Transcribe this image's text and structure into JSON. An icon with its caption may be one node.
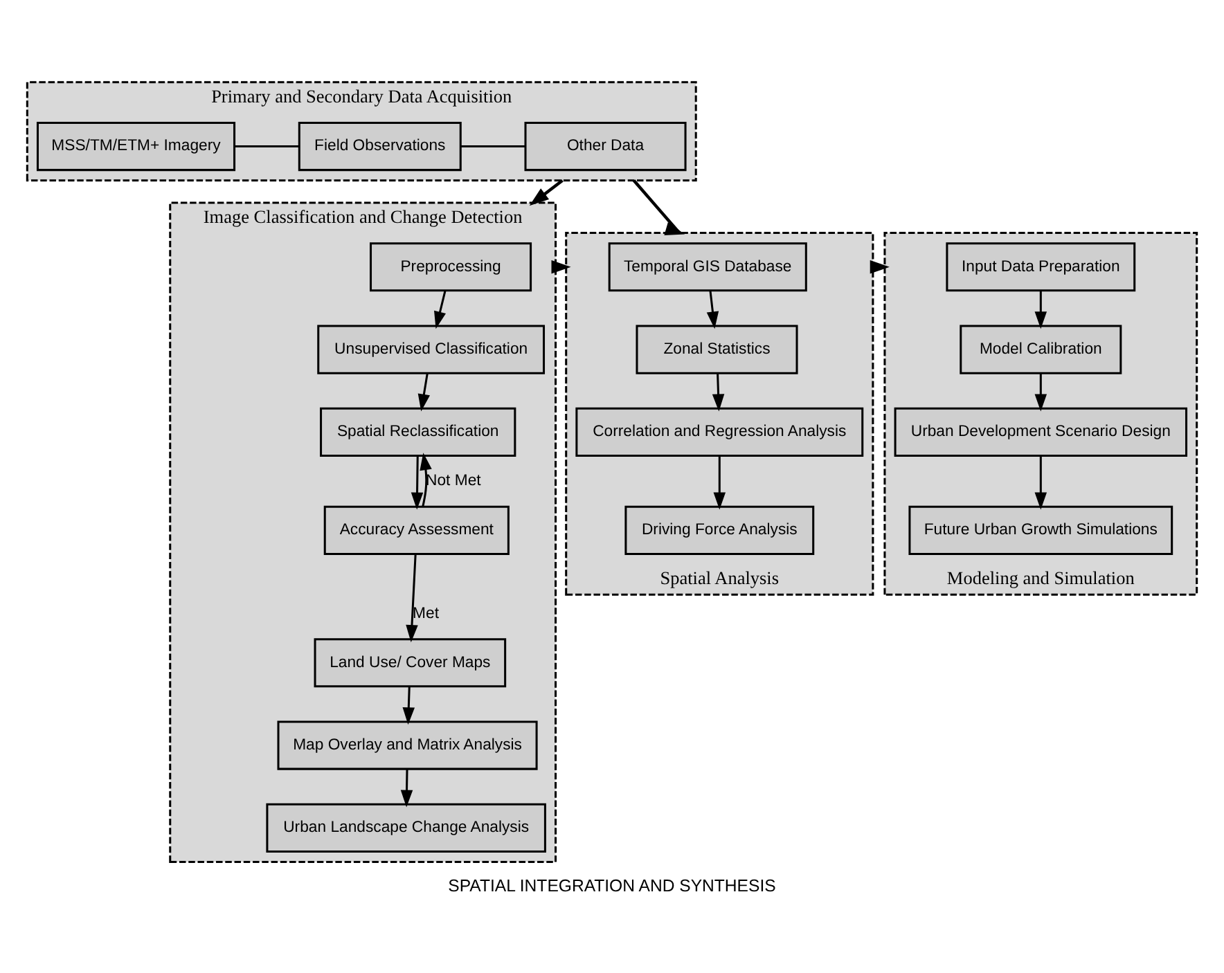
{
  "diagram": {
    "caption": "SPATIAL INTEGRATION AND SYNTHESIS",
    "nodes": [
      {
        "text": [
          "Image Classification and Change Detection"
        ]
      },
      {
        "text": [
          "Preprocessing"
        ],
        "in": 0
      },
      {
        "text": [
          "Unsupervised Classification"
        ],
        "in": 0
      },
      {
        "text": [
          "Spatial Reclassification"
        ],
        "in": 0
      },
      {
        "text": [
          "Accuracy Assessment"
        ],
        "in": 0
      },
      {
        "text": [
          "Land Use/ Cover Maps"
        ],
        "in": 0
      },
      {
        "text": [
          "Map Overlay and Matrix Analysis"
        ],
        "in": 0
      },
      {
        "text": [
          "Urban Landscape Change Analysis"
        ],
        "in": 0
      },
      {
        "text": [
          "Primary and Secondary Data Acquisition"
        ]
      },
      {
        "text": [
          "MSS/TM/ETM+ Imagery"
        ],
        "in": 8
      },
      {
        "text": [
          "Field Observations"
        ],
        "in": 8
      },
      {
        "text": [
          "Other Data"
        ],
        "in": 8
      },
      {
        "text": [
          "Spatial Analysis"
        ]
      },
      {
        "text": [
          "Temporal GIS Database"
        ],
        "in": 12
      },
      {
        "text": [
          "Zonal Statistics"
        ],
        "in": 12
      },
      {
        "text": [
          "Correlation and Regression Analysis"
        ],
        "in": 12
      },
      {
        "text": [
          "Driving Force Analysis"
        ],
        "in": 12
      },
      {
        "text": [
          "Modeling and Simulation"
        ]
      },
      {
        "text": [
          "Input Data Preparation"
        ],
        "in": 17
      },
      {
        "text": [
          "Model Calibration"
        ],
        "in": 17
      },
      {
        "text": [
          "Urban Development Scenario Design"
        ],
        "in": 17
      },
      {
        "text": [
          "Future Urban Growth Simulations"
        ],
        "in": 17
      }
    ],
    "edges": [
      {
        "from": 1,
        "to": 2,
        "arrow": "to"
      },
      {
        "from": 2,
        "to": 3,
        "arrow": "to"
      },
      {
        "from": 3,
        "to": 4,
        "arrow": "to"
      },
      {
        "from": 4,
        "to": 3,
        "arrow": "to",
        "label": "Not Met"
      },
      {
        "from": 4,
        "to": 5,
        "arrow": "to",
        "label": "Met"
      },
      {
        "from": 5,
        "to": 6,
        "arrow": "to"
      },
      {
        "from": 6,
        "to": 7,
        "arrow": "to"
      },
      {
        "from": 9,
        "to": 10,
        "arrow": "none"
      },
      {
        "from": 10,
        "to": 11,
        "arrow": "none"
      },
      {
        "from": 8,
        "to": 0,
        "arrow": "to"
      },
      {
        "from": 8,
        "to": 12,
        "arrow": "to"
      },
      {
        "from": 0,
        "to": 12,
        "arrow": "to"
      },
      {
        "from": 12,
        "to": 17,
        "arrow": "to"
      },
      {
        "from": 13,
        "to": 14,
        "arrow": "to"
      },
      {
        "from": 14,
        "to": 15,
        "arrow": "to"
      },
      {
        "from": 15,
        "to": 16,
        "arrow": "to"
      },
      {
        "from": 18,
        "to": 19,
        "arrow": "to"
      },
      {
        "from": 19,
        "to": 20,
        "arrow": "to"
      },
      {
        "from": 20,
        "to": 21,
        "arrow": "to"
      }
    ]
  }
}
